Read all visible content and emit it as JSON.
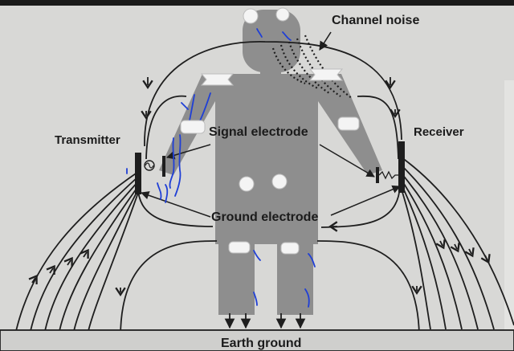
{
  "labels": {
    "channel_noise": "Channel noise",
    "transmitter": "Transmitter",
    "receiver": "Receiver",
    "signal_electrode": "Signal electrode",
    "ground_electrode": "Ground electrode",
    "earth_ground": "Earth ground"
  },
  "colors": {
    "background": "#d8d8d6",
    "body": "#8e8e8e",
    "lines": "#1e1e1e",
    "annotations": "#1f3fd6",
    "stickers": "#f4f4f4",
    "top_bar": "#1a1a1a",
    "page_panel": "#e3e3e1"
  },
  "icons": {
    "source": "ac-source-icon",
    "load": "resistor-icon"
  }
}
